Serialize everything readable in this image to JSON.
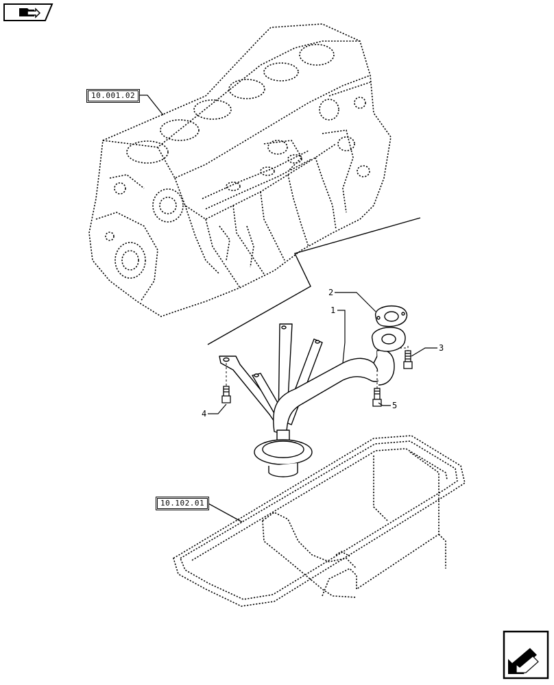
{
  "reference_labels": {
    "engine_block": "10.001.02",
    "oil_pan": "10.102.01"
  },
  "callouts": {
    "item_1": "1",
    "item_2": "2",
    "item_3": "3",
    "item_4": "4",
    "item_5": "5"
  },
  "icons": {
    "top_left": "book-arrow-icon",
    "bottom_right": "next-page-arrow-icon"
  },
  "colors": {
    "line": "#000000",
    "background": "#ffffff"
  }
}
